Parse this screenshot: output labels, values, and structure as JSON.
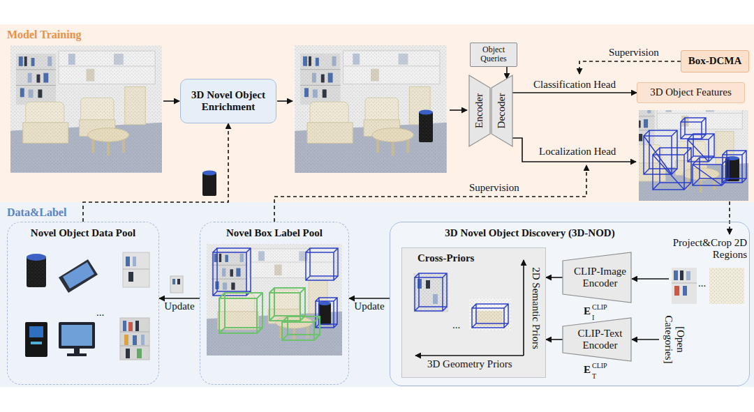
{
  "diagram": {
    "nodes": [
      {
        "text": [
          "Model Training"
        ]
      },
      {
        "text": [
          "3D Novel Object Enrichment"
        ],
        "in": 0
      },
      {
        "text": [
          "Object Queries"
        ],
        "in": 0
      },
      {
        "text": [
          "Encoder"
        ],
        "in": 0
      },
      {
        "text": [
          "Decoder"
        ],
        "in": 0
      },
      {
        "text": [
          "Box-DCMA"
        ],
        "in": 0
      },
      {
        "text": [
          "3D Object Features"
        ],
        "in": 0
      },
      {
        "text": [
          "Data&Label"
        ]
      },
      {
        "text": [
          "Novel Object Data Pool"
        ],
        "in": 7
      },
      {
        "text": [
          "Novel Box Label Pool"
        ],
        "in": 7
      },
      {
        "text": [
          "3D Novel Object Discovery (3D-NOD)"
        ],
        "in": 7
      },
      {
        "text": [
          "Cross-Priors"
        ],
        "in": 10
      },
      {
        "text": [
          "CLIP-Image Encoder"
        ],
        "in": 10
      },
      {
        "text": [
          "CLIP-Text Encoder"
        ],
        "in": 10
      }
    ],
    "edges": [
      {
        "from": 8,
        "to": 1,
        "arrow": "to"
      },
      {
        "from": 2,
        "to": 4,
        "arrow": "to"
      },
      {
        "from": 4,
        "to": 6,
        "arrow": "to",
        "label": "Classification Head"
      },
      {
        "from": 10,
        "to": 9,
        "arrow": "to",
        "label": "Update"
      },
      {
        "from": 9,
        "to": 8,
        "arrow": "to",
        "label": "Update"
      },
      {
        "from": 12,
        "to": 11,
        "arrow": "to"
      },
      {
        "from": 13,
        "to": 11,
        "arrow": "to"
      }
    ],
    "labels": [
      "Supervision",
      "Localization Head",
      "Supervision",
      "Project&Crop 2D Regions",
      "E",
      "I",
      "CLIP",
      "E",
      "T",
      "CLIP",
      "[Open Categories]",
      "2D Semantic Priors",
      "3D Geometry Priors",
      "...",
      "...",
      "..."
    ]
  }
}
